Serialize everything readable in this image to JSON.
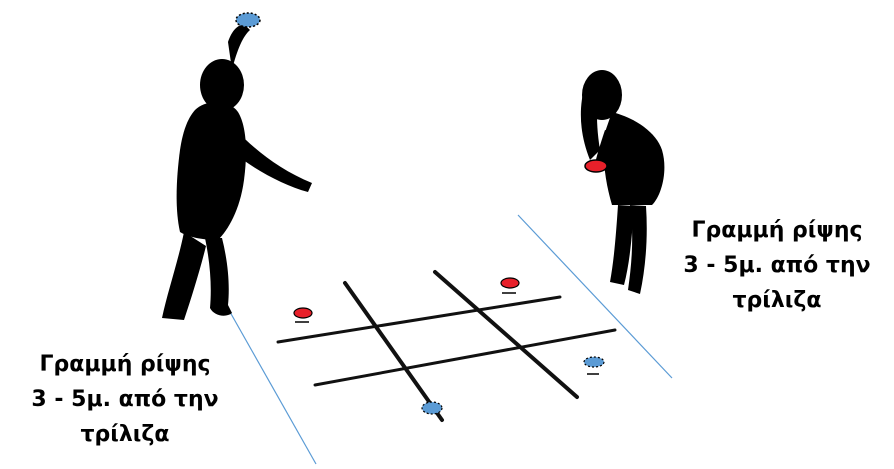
{
  "labels": {
    "left": {
      "line1": "Γραμμή ρίψης",
      "line2": "3 - 5μ. από την",
      "line3": "τρίλιζα"
    },
    "right": {
      "line1": "Γραμμή ρίψης",
      "line2": "3 - 5μ. από την",
      "line3": "τρίλιζα"
    }
  },
  "colors": {
    "blue_disc": "#5b9bd5",
    "red_disc": "#e8202a",
    "throw_line": "#5b9bd5",
    "grid": "#000000"
  }
}
